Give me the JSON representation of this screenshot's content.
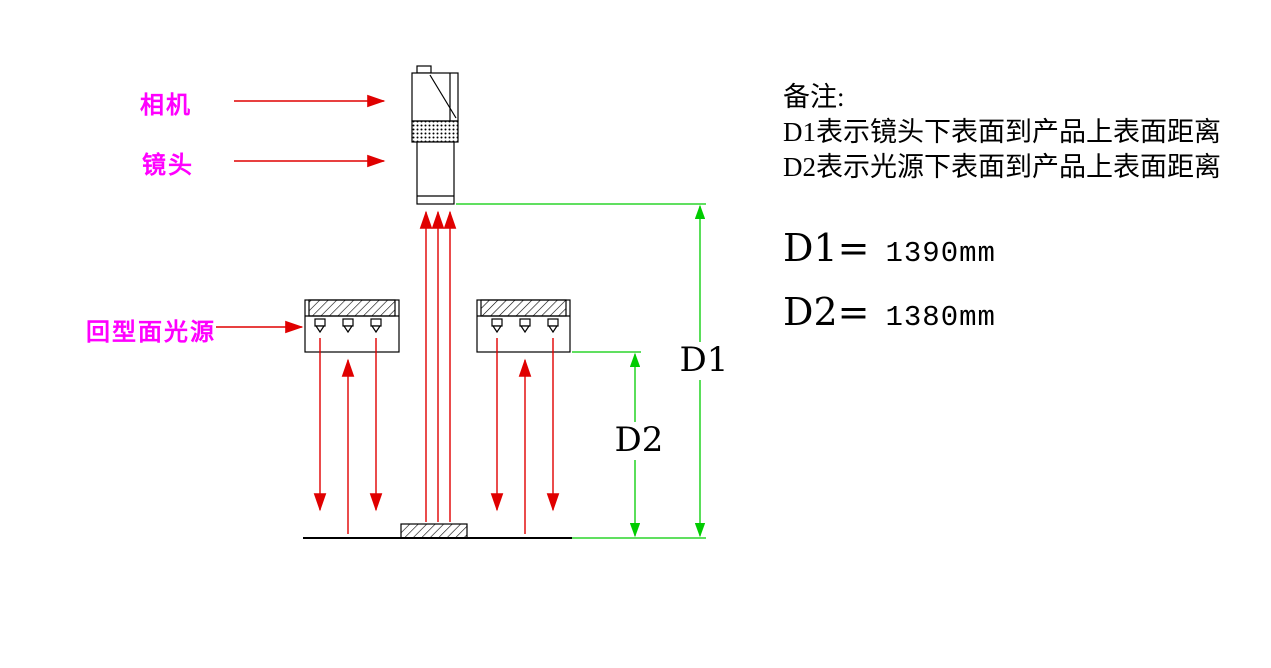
{
  "colors": {
    "annotation": "#ff00ff",
    "ray": "#e00000",
    "dimension": "#00cc00",
    "drawing": "#000000",
    "background": "#ffffff"
  },
  "annotations": {
    "camera": "相机",
    "lens": "镜头",
    "light_source": "回型面光源"
  },
  "notes": {
    "title": "备注:",
    "line1": "D1表示镜头下表面到产品上表面距离",
    "line2": "D2表示光源下表面到产品上表面距离"
  },
  "measurements": {
    "d1": {
      "label": "D1",
      "name": "D1=",
      "value": "1390mm"
    },
    "d2": {
      "label": "D2",
      "name": "D2=",
      "value": "1380mm"
    }
  }
}
